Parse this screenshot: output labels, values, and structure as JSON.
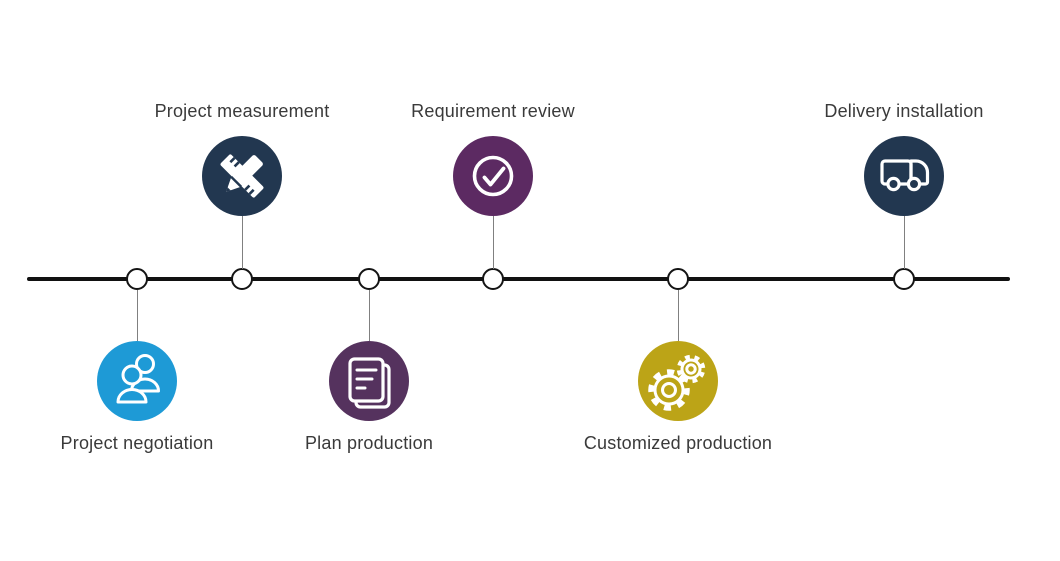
{
  "diagram": {
    "type": "process-timeline",
    "background": "#ffffff",
    "line_color": "#111111",
    "node_fill": "#ffffff",
    "node_border": "#141414",
    "connector_color": "#808080",
    "label_color": "#3a3a3a"
  },
  "steps": [
    {
      "label": "Project negotiation",
      "side": "below",
      "color": "#1E9AD6",
      "icon": "people-icon"
    },
    {
      "label": "Project measurement",
      "side": "above",
      "color": "#223750",
      "icon": "ruler-pencil-icon"
    },
    {
      "label": "Plan production",
      "side": "below",
      "color": "#55325E",
      "icon": "document-icon"
    },
    {
      "label": "Requirement review",
      "side": "above",
      "color": "#5C2A62",
      "icon": "check-icon"
    },
    {
      "label": "Customized production",
      "side": "below",
      "color": "#BCA417",
      "icon": "gears-icon"
    },
    {
      "label": "Delivery installation",
      "side": "above",
      "color": "#223750",
      "icon": "truck-icon"
    }
  ]
}
